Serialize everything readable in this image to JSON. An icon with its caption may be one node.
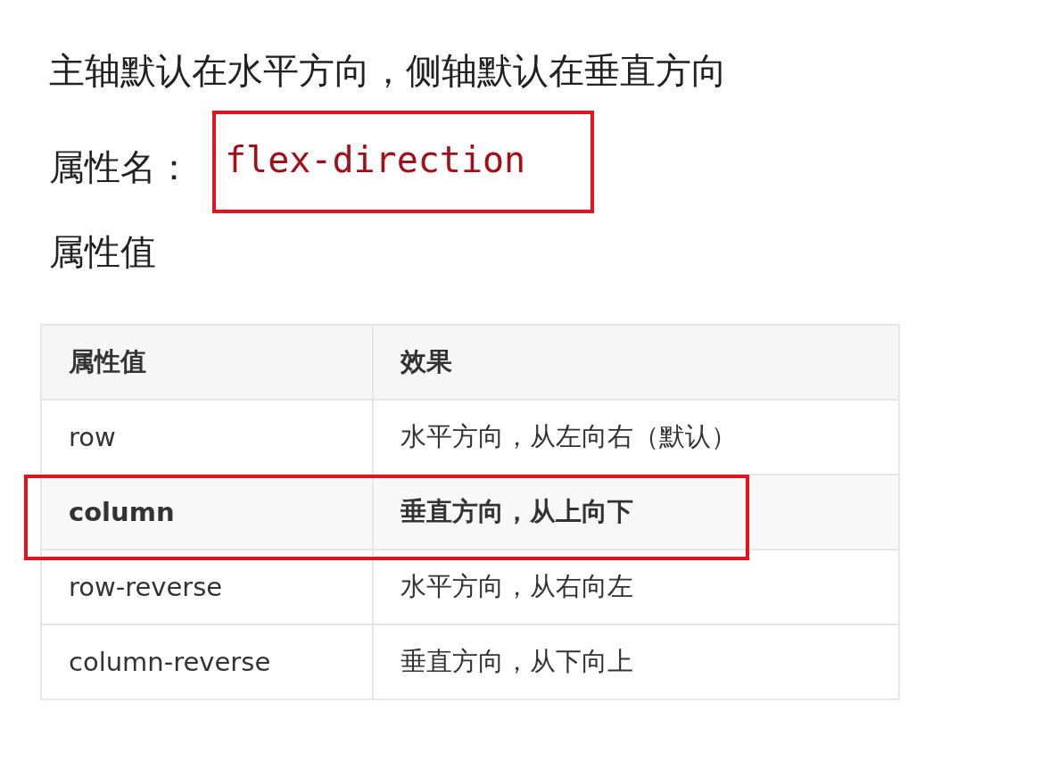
{
  "diagram": {
    "nodes": [
      {
        "text": [
          "flex-direction"
        ]
      }
    ],
    "edges": [],
    "labels": [
      "主轴默认在水平方向，侧轴默认在垂直方向",
      "属性名：",
      "属性值",
      "属性值",
      "效果",
      "row",
      "水平方向，从左向右（默认）",
      "column",
      "垂直方向，从上向下",
      "row-reverse",
      "水平方向，从右向左",
      "column-reverse",
      "垂直方向，从下向上"
    ]
  }
}
